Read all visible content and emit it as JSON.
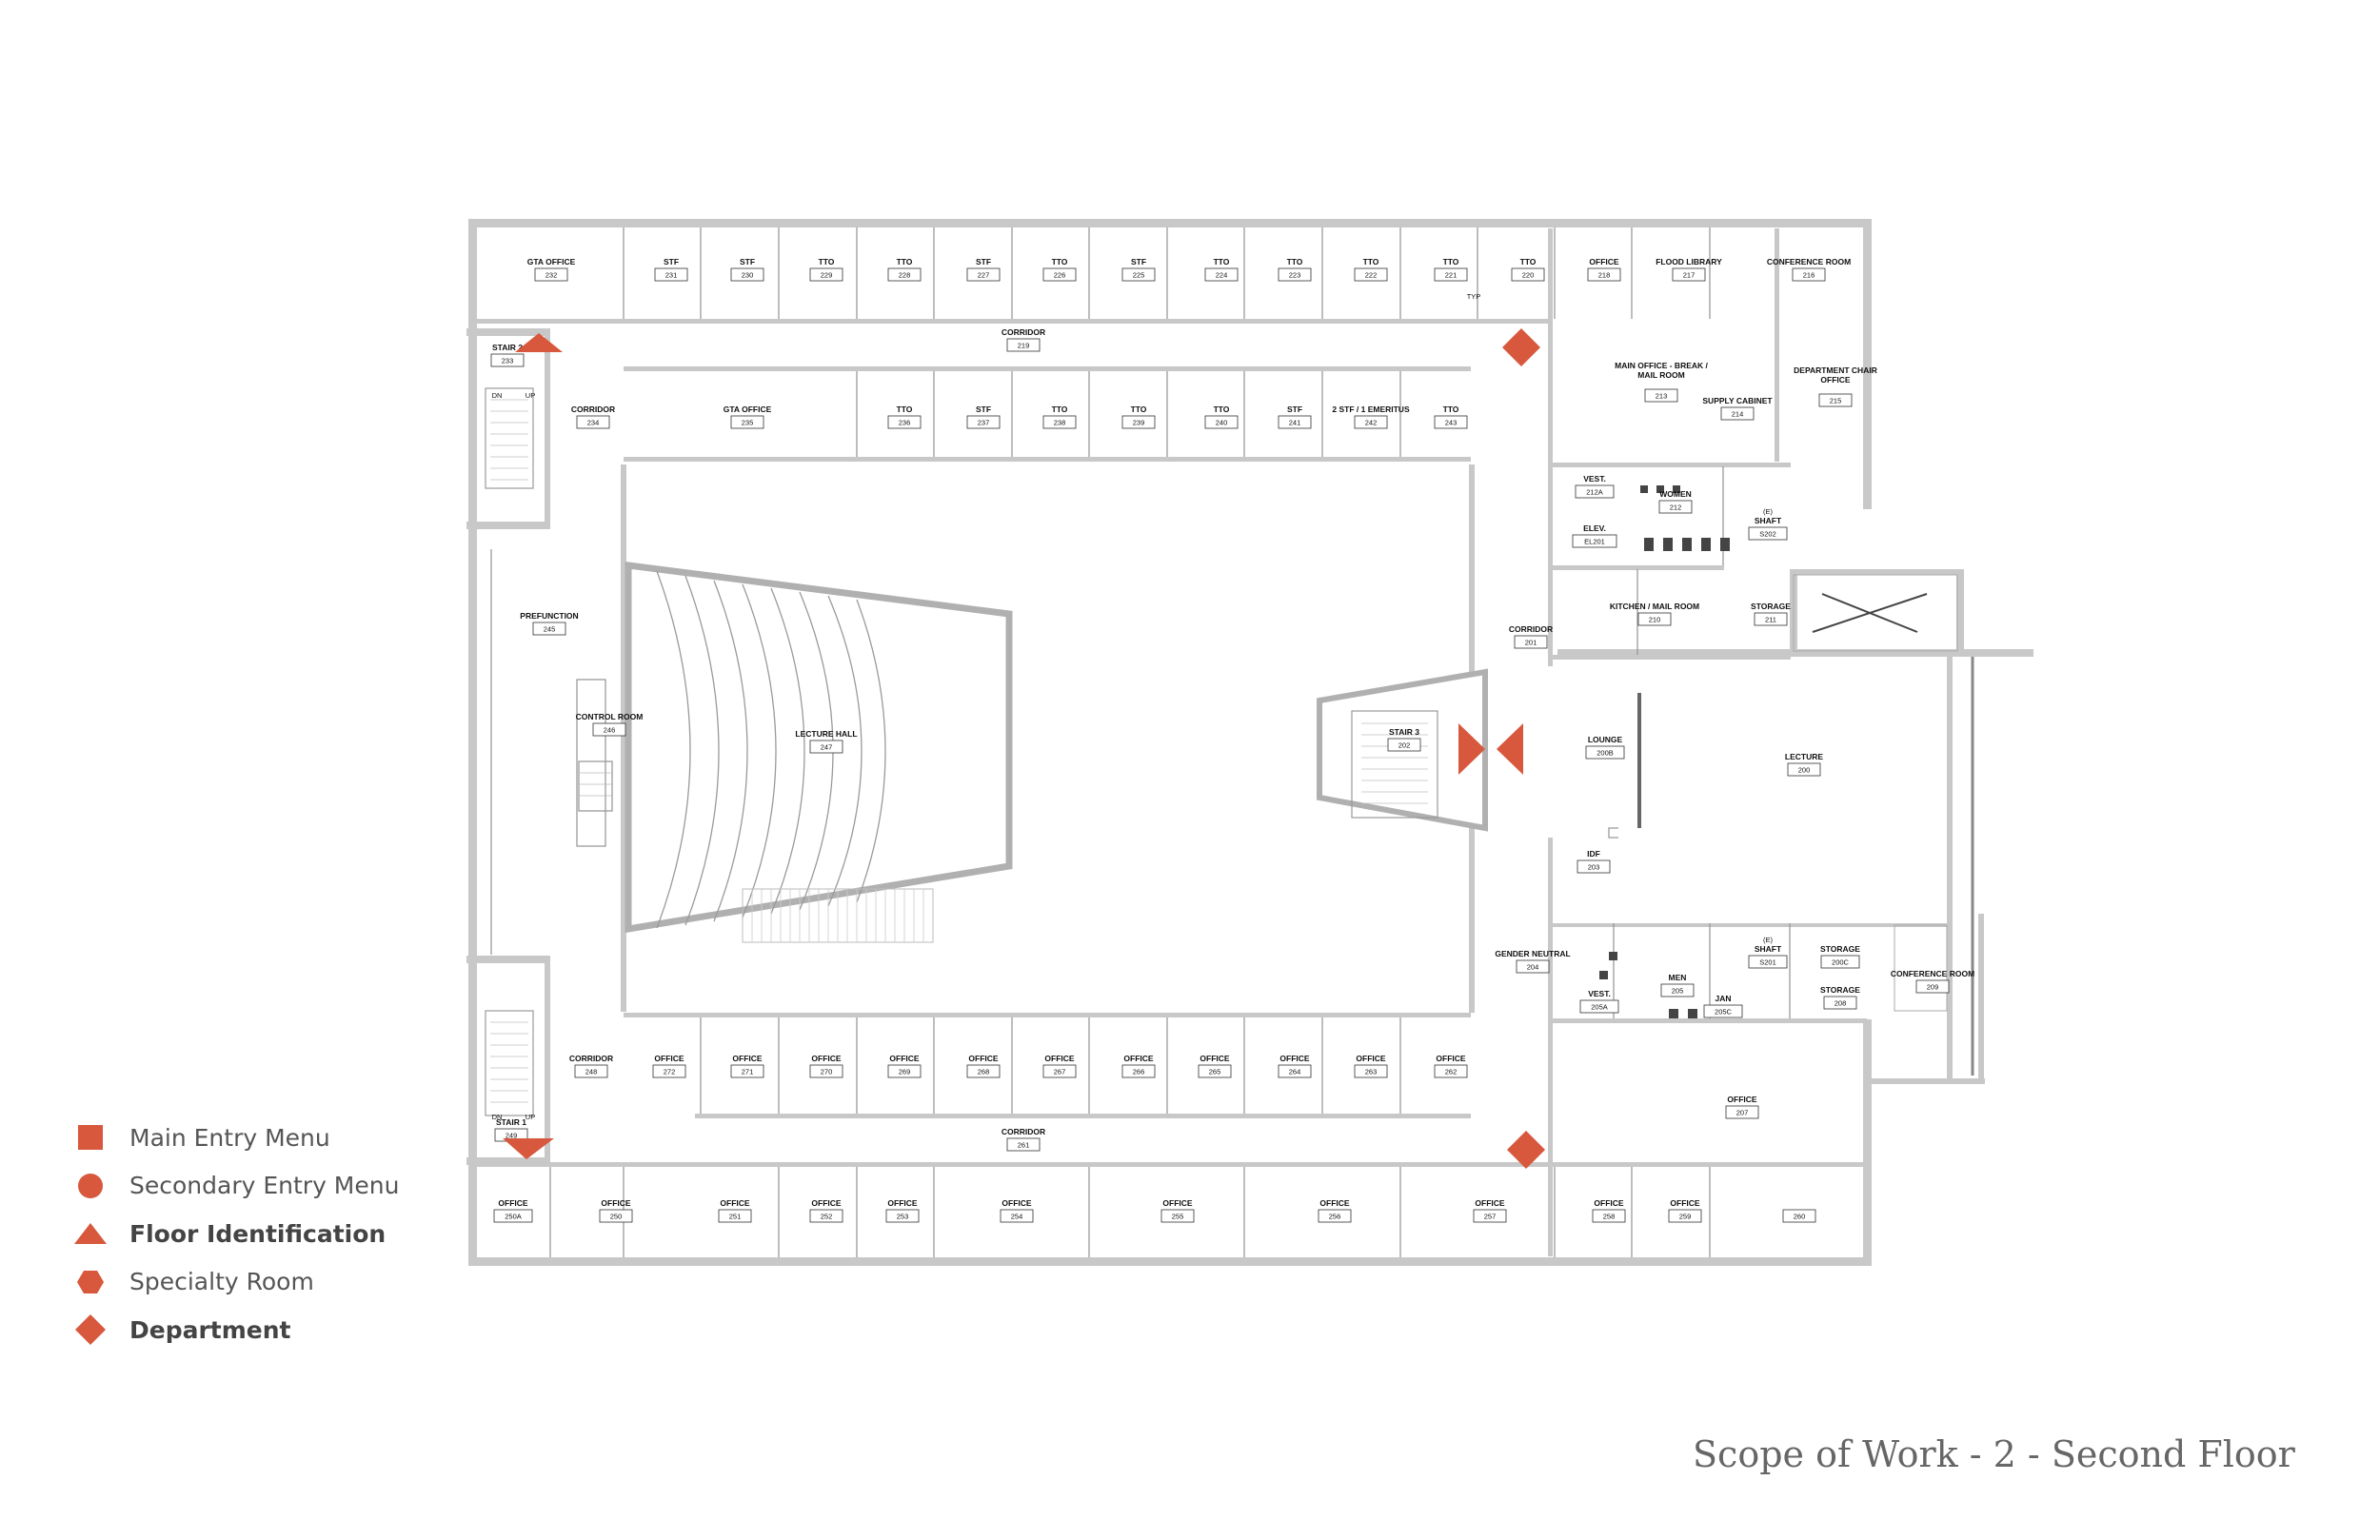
{
  "accent_color": "#d7583c",
  "caption": "Scope of Work - 2 - Second Floor",
  "legend": [
    {
      "label": "Main Entry Menu",
      "shape": "square",
      "bold": false
    },
    {
      "label": "Secondary Entry Menu",
      "shape": "circle",
      "bold": false
    },
    {
      "label": "Floor Identification",
      "shape": "triangle",
      "bold": true
    },
    {
      "label": "Specialty Room",
      "shape": "hexagon",
      "bold": false
    },
    {
      "label": "Department",
      "shape": "diamond",
      "bold": true
    }
  ],
  "rooms": {
    "r232": {
      "label": "GTA OFFICE",
      "number": "232"
    },
    "r231": {
      "label": "STF",
      "number": "231"
    },
    "r230": {
      "label": "STF",
      "number": "230"
    },
    "r229": {
      "label": "TTO",
      "number": "229"
    },
    "r228": {
      "label": "TTO",
      "number": "228"
    },
    "r227": {
      "label": "STF",
      "number": "227"
    },
    "r226": {
      "label": "TTO",
      "number": "226"
    },
    "r225": {
      "label": "STF",
      "number": "225"
    },
    "r224": {
      "label": "TTO",
      "number": "224"
    },
    "r223": {
      "label": "TTO",
      "number": "223"
    },
    "r222": {
      "label": "TTO",
      "number": "222"
    },
    "r221": {
      "label": "TTO",
      "number": "221"
    },
    "r220": {
      "label": "TTO",
      "number": "220"
    },
    "r218": {
      "label": "OFFICE",
      "number": "218"
    },
    "r217": {
      "label": "FLOOD LIBRARY",
      "number": "217"
    },
    "r216": {
      "label": "CONFERENCE ROOM",
      "number": "216"
    },
    "r233": {
      "label": "STAIR 2",
      "number": "233"
    },
    "r219": {
      "label": "CORRIDOR",
      "number": "219"
    },
    "r234": {
      "label": "CORRIDOR",
      "number": "234"
    },
    "r235": {
      "label": "GTA OFFICE",
      "number": "235"
    },
    "r236": {
      "label": "TTO",
      "number": "236"
    },
    "r237": {
      "label": "STF",
      "number": "237"
    },
    "r238": {
      "label": "TTO",
      "number": "238"
    },
    "r239": {
      "label": "TTO",
      "number": "239"
    },
    "r240": {
      "label": "TTO",
      "number": "240"
    },
    "r241": {
      "label": "STF",
      "number": "241"
    },
    "r242": {
      "label": "2 STF / 1 EMERITUS",
      "number": "242"
    },
    "r243": {
      "label": "TTO",
      "number": "243"
    },
    "r213": {
      "label": "MAIN OFFICE - BREAK / MAIL ROOM",
      "label1": "MAIN OFFICE - BREAK /",
      "label2": "MAIL ROOM",
      "number": "213"
    },
    "r214": {
      "label": "SUPPLY CABINET",
      "number": "214"
    },
    "r215": {
      "label": "DEPARTMENT CHAIR OFFICE",
      "label1": "DEPARTMENT CHAIR",
      "label2": "OFFICE",
      "number": "215"
    },
    "r212A": {
      "label": "VEST.",
      "number": "212A"
    },
    "r212": {
      "label": "WOMEN",
      "number": "212"
    },
    "rS202": {
      "label": "SHAFT",
      "prefix": "(E)",
      "number": "S202"
    },
    "rEL201": {
      "label": "ELEV.",
      "number": "EL201"
    },
    "r210": {
      "label": "KITCHEN / MAIL ROOM",
      "number": "210"
    },
    "r211": {
      "label": "STORAGE",
      "number": "211"
    },
    "r245": {
      "label": "PREFUNCTION",
      "number": "245"
    },
    "r246": {
      "label": "CONTROL ROOM",
      "number": "246"
    },
    "r247": {
      "label": "LECTURE HALL",
      "number": "247"
    },
    "r202": {
      "label": "STAIR 3",
      "number": "202"
    },
    "r201": {
      "label": "CORRIDOR",
      "number": "201"
    },
    "r200B": {
      "label": "LOUNGE",
      "number": "200B"
    },
    "r200": {
      "label": "LECTURE",
      "number": "200"
    },
    "r203": {
      "label": "IDF",
      "number": "203"
    },
    "r204": {
      "label": "GENDER NEUTRAL",
      "number": "204"
    },
    "r205A": {
      "label": "VEST.",
      "number": "205A"
    },
    "r205": {
      "label": "MEN",
      "number": "205"
    },
    "rS201": {
      "label": "SHAFT",
      "prefix": "(E)",
      "number": "S201"
    },
    "r205C": {
      "label": "JAN",
      "number": "205C"
    },
    "r200C": {
      "label": "STORAGE",
      "number": "200C"
    },
    "r208": {
      "label": "STORAGE",
      "number": "208"
    },
    "r209": {
      "label": "CONFERENCE ROOM",
      "number": "209"
    },
    "r248": {
      "label": "CORRIDOR",
      "number": "248"
    },
    "r272": {
      "label": "OFFICE",
      "number": "272"
    },
    "r271": {
      "label": "OFFICE",
      "number": "271"
    },
    "r270": {
      "label": "OFFICE",
      "number": "270"
    },
    "r269": {
      "label": "OFFICE",
      "number": "269"
    },
    "r268": {
      "label": "OFFICE",
      "number": "268"
    },
    "r267": {
      "label": "OFFICE",
      "number": "267"
    },
    "r266": {
      "label": "OFFICE",
      "number": "266"
    },
    "r265": {
      "label": "OFFICE",
      "number": "265"
    },
    "r264": {
      "label": "OFFICE",
      "number": "264"
    },
    "r263": {
      "label": "OFFICE",
      "number": "263"
    },
    "r262": {
      "label": "OFFICE",
      "number": "262"
    },
    "r207": {
      "label": "OFFICE",
      "number": "207"
    },
    "r249": {
      "label": "STAIR 1",
      "number": "249"
    },
    "r261": {
      "label": "CORRIDOR",
      "number": "261"
    },
    "r250A": {
      "label": "OFFICE",
      "number": "250A"
    },
    "r250": {
      "label": "OFFICE",
      "number": "250"
    },
    "r251": {
      "label": "OFFICE",
      "number": "251"
    },
    "r252": {
      "label": "OFFICE",
      "number": "252"
    },
    "r253": {
      "label": "OFFICE",
      "number": "253"
    },
    "r254": {
      "label": "OFFICE",
      "number": "254"
    },
    "r255": {
      "label": "OFFICE",
      "number": "255"
    },
    "r256": {
      "label": "OFFICE",
      "number": "256"
    },
    "r257": {
      "label": "OFFICE",
      "number": "257"
    },
    "r258": {
      "label": "OFFICE",
      "number": "258"
    },
    "r259": {
      "label": "OFFICE",
      "number": "259"
    },
    "r260": {
      "label": "",
      "number": "260"
    }
  },
  "annotations": {
    "typ": "TYP",
    "stair_dn": "DN",
    "stair_up": "UP"
  }
}
